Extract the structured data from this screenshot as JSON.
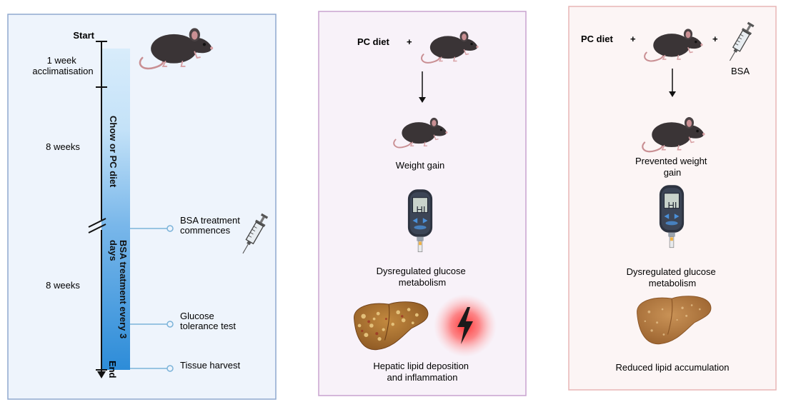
{
  "timeline": {
    "start_label": "Start",
    "end_label": "End",
    "acclimatisation": [
      "1 week",
      "acclimatisation"
    ],
    "phase1_duration": "8 weeks",
    "phase2_duration": "8 weeks",
    "bar_label_1": "Chow or PC diet",
    "bar_label_2a": "BSA treatment every 3",
    "bar_label_2b": "days",
    "events": [
      {
        "lines": [
          "BSA treatment",
          "commences"
        ]
      },
      {
        "lines": [
          "Glucose",
          "tolerance test"
        ]
      },
      {
        "lines": [
          "Tissue harvest"
        ]
      }
    ]
  },
  "panel_pc": {
    "diet_label": "PC diet",
    "plus": "+",
    "outcome_weight": "Weight gain",
    "glucometer_text": "HI",
    "outcome_glucose": [
      "Dysregulated glucose",
      "metabolism"
    ],
    "outcome_liver": [
      "Hepatic lipid deposition",
      "and inflammation"
    ]
  },
  "panel_bsa": {
    "diet_label": "PC diet",
    "plus": "+",
    "drug_label": "BSA",
    "outcome_weight": [
      "Prevented weight",
      "gain"
    ],
    "glucometer_text": "HI",
    "outcome_glucose": [
      "Dysregulated glucose",
      "metabolism"
    ],
    "outcome_liver": "Reduced lipid accumulation"
  },
  "colors": {
    "panel1_bg": "#eef4fc",
    "panel1_border": "#8fa8cf",
    "panel2_bg": "#f8f2f9",
    "panel2_border": "#c9a3cf",
    "panel3_bg": "#fcf5f5",
    "panel3_border": "#e8b5b5",
    "bar_top": "#d4eafb",
    "bar_bottom": "#2f8fd9",
    "event_line": "#7bb3d9",
    "mouse_body": "#3a3436",
    "liver": "#b57c42",
    "inflammation": "#ff4d4d"
  }
}
